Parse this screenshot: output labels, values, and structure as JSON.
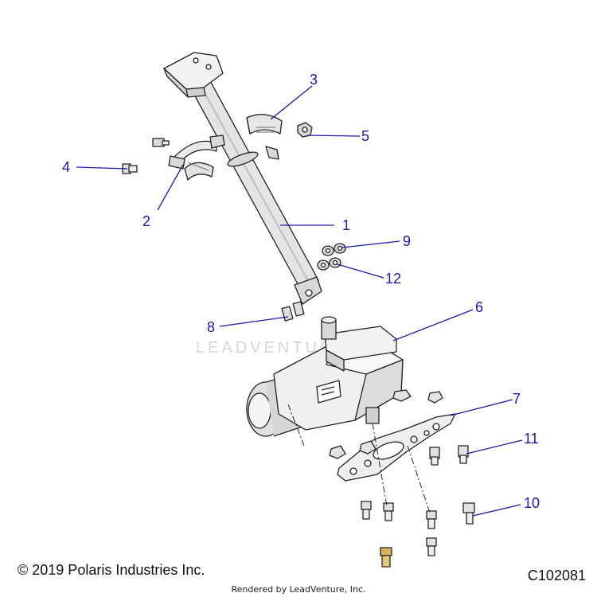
{
  "colors": {
    "callout": "#1a1aa6",
    "outline": "#222222",
    "part_fill": "#ececec",
    "part_shade": "#cfcfcf",
    "watermark": "#d6d6d6"
  },
  "watermark": "LEADVENTURE",
  "callouts": [
    {
      "id": "1",
      "label": "1",
      "part": "steering-column-tube"
    },
    {
      "id": "2",
      "label": "2",
      "part": "clamp-bracket"
    },
    {
      "id": "3",
      "label": "3",
      "part": "clamp-bracket-upper"
    },
    {
      "id": "4",
      "label": "4",
      "part": "bolt"
    },
    {
      "id": "5",
      "label": "5",
      "part": "nut"
    },
    {
      "id": "6",
      "label": "6",
      "part": "power-steering-unit"
    },
    {
      "id": "7",
      "label": "7",
      "part": "mounting-bracket-plate"
    },
    {
      "id": "8",
      "label": "8",
      "part": "bolt"
    },
    {
      "id": "9",
      "label": "9",
      "part": "washer"
    },
    {
      "id": "10",
      "label": "10",
      "part": "flange-bolt"
    },
    {
      "id": "11",
      "label": "11",
      "part": "flange-bolt"
    },
    {
      "id": "12",
      "label": "12",
      "part": "washer"
    }
  ],
  "footer": {
    "copyright": "© 2019 Polaris Industries Inc.",
    "drawing_id": "C102081",
    "rendered_by": "Rendered by LeadVenture, Inc."
  }
}
